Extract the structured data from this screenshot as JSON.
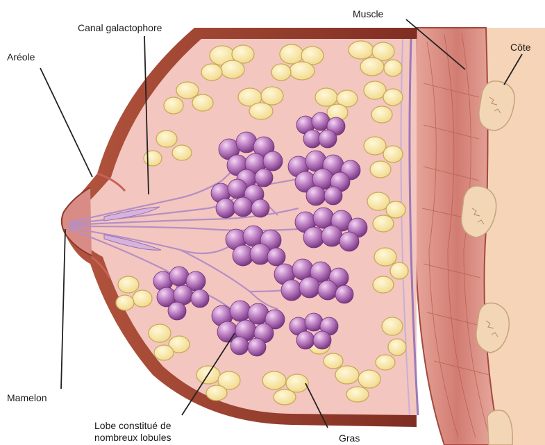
{
  "labels": {
    "canal": "Canal galactophore",
    "areole": "Aréole",
    "muscle": "Muscle",
    "cote": "Côte",
    "mamelon": "Mamelon",
    "lobe_line1": "Lobe constitué de",
    "lobe_line2": "nombreux lobules",
    "gras": "Gras"
  },
  "colors": {
    "skin_outer": "#8a3a2a",
    "tissue_pink": "#f2c3bd",
    "fat_yellow": "#f4e29a",
    "fat_outline": "#c9a95a",
    "lobule_purple": "#b06ab8",
    "muscle_red": "#d9887e",
    "bone": "#f0cfb0"
  },
  "icons": {
    "lobules": "grape-cluster-icon",
    "fat": "fat-globule-icon",
    "rib": "rib-bone-icon"
  }
}
